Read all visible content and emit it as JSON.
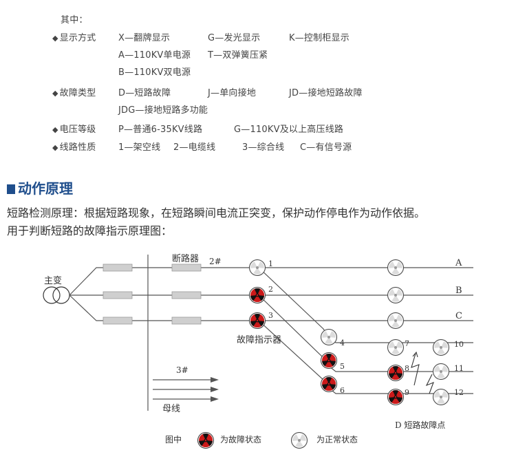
{
  "codes": {
    "heading": "其中：",
    "rows": [
      {
        "label": "显示方式",
        "items": [
          "X—翻牌显示",
          "G—发光显示",
          "K—控制柜显示"
        ],
        "extra": [
          "A—110KV单电源",
          "T—双弹簧压紧",
          "B—110KV双电源"
        ]
      },
      {
        "label": "故障类型",
        "items": [
          "D—短路故障",
          "J—单向接地",
          "JD—接地短路故障"
        ],
        "extra": [
          "JDG—接地短路多功能"
        ]
      },
      {
        "label": "电压等级",
        "items": [
          "P—普通6-35KV线路",
          "G—110KV及以上高压线路"
        ]
      },
      {
        "label": "线路性质",
        "items": [
          "1—架空线",
          "2—电缆线",
          "3—综合线",
          "C—有信号源"
        ]
      }
    ]
  },
  "section": {
    "title": "动作原理",
    "line1": "短路检测原理：根据短路现象，在短路瞬间电流正突变，保护动作停电作为动作依据。",
    "line2": "用于判断短路的故障指示原理图："
  },
  "diagram": {
    "transformer_label": "主变",
    "breaker_label": "断路器",
    "breaker_num": "2#",
    "bus_num": "3#",
    "bus_label": "母线",
    "indicator_label": "故障指示器",
    "fault_point_label": "D 短路故障点",
    "phases": [
      "A",
      "B",
      "C"
    ],
    "node_numbers": [
      "1",
      "2",
      "3",
      "4",
      "5",
      "6",
      "7",
      "8",
      "9",
      "10",
      "11",
      "12"
    ],
    "legend_prefix": "图中",
    "legend_fault": "为故障状态",
    "legend_normal": "为正常状态",
    "colors": {
      "fault": "#cc1a1a",
      "line": "#555555",
      "breaker": "#c8c8c8"
    }
  }
}
